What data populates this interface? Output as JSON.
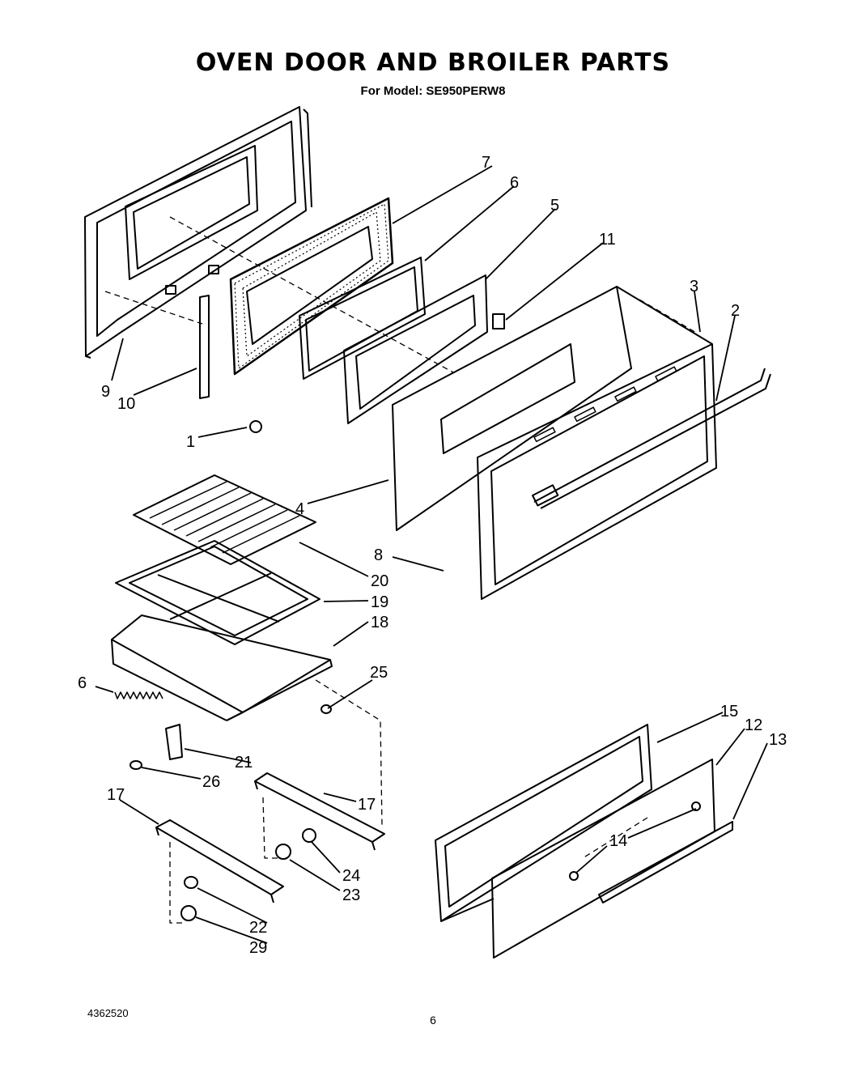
{
  "header": {
    "title": "OVEN DOOR AND BROILER PARTS",
    "subtitle": "For Model: SE950PERW8"
  },
  "footer": {
    "doc_number": "4362520",
    "page_number": "6"
  },
  "callouts": {
    "c1": "1",
    "c2": "2",
    "c3": "3",
    "c4": "4",
    "c5": "5",
    "c6a": "6",
    "c6b": "6",
    "c7": "7",
    "c8": "8",
    "c9": "9",
    "c10": "10",
    "c11": "11",
    "c12": "12",
    "c13": "13",
    "c14": "14",
    "c15": "15",
    "c17a": "17",
    "c17b": "17",
    "c18": "18",
    "c19": "19",
    "c20": "20",
    "c21": "21",
    "c22": "22",
    "c23": "23",
    "c24": "24",
    "c25": "25",
    "c26": "26",
    "c29": "29"
  }
}
